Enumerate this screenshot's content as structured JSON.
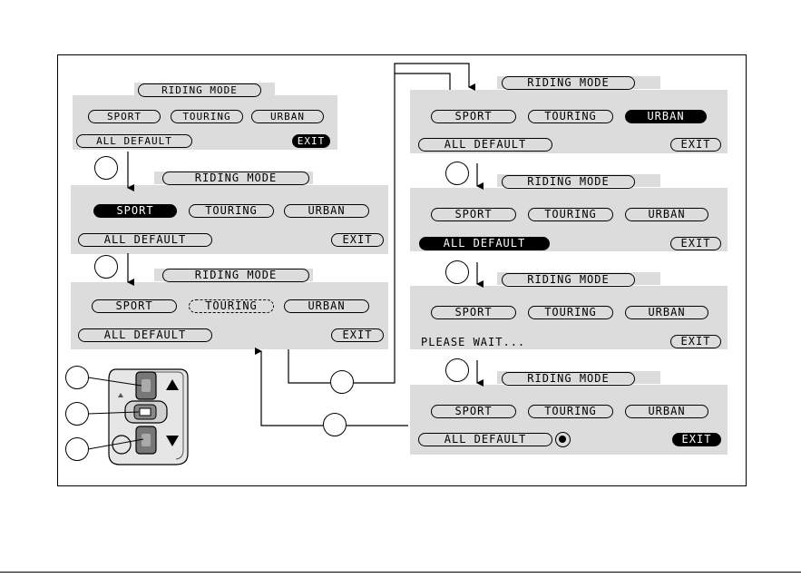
{
  "panels": {
    "p1": {
      "title": "RIDING MODE",
      "sport": "SPORT",
      "touring": "TOURING",
      "urban": "URBAN",
      "all_default": "ALL DEFAULT",
      "exit": "EXIT"
    },
    "p2": {
      "title": "RIDING MODE",
      "sport": "SPORT",
      "touring": "TOURING",
      "urban": "URBAN",
      "all_default": "ALL DEFAULT",
      "exit": "EXIT"
    },
    "p3": {
      "title": "RIDING MODE",
      "sport": "SPORT",
      "touring": "TOURING",
      "urban": "URBAN",
      "all_default": "ALL DEFAULT",
      "exit": "EXIT"
    },
    "p4": {
      "title": "RIDING MODE",
      "sport": "SPORT",
      "touring": "TOURING",
      "urban": "URBAN",
      "all_default": "ALL DEFAULT",
      "exit": "EXIT"
    },
    "p5": {
      "title": "RIDING MODE",
      "sport": "SPORT",
      "touring": "TOURING",
      "urban": "URBAN",
      "all_default": "ALL DEFAULT",
      "exit": "EXIT"
    },
    "p6": {
      "title": "RIDING MODE",
      "sport": "SPORT",
      "touring": "TOURING",
      "urban": "URBAN",
      "status": "PLEASE WAIT...",
      "exit": "EXIT"
    },
    "p7": {
      "title": "RIDING MODE",
      "sport": "SPORT",
      "touring": "TOURING",
      "urban": "URBAN",
      "all_default": "ALL DEFAULT",
      "exit": "EXIT"
    }
  },
  "colors": {
    "panel_bg": "#dcdcdc",
    "highlight_bg": "#000000",
    "highlight_fg": "#ffffff"
  },
  "icons": [
    "arrow-up-icon",
    "arrow-down-icon",
    "round-button-icon",
    "handlebar-switch-icon"
  ]
}
